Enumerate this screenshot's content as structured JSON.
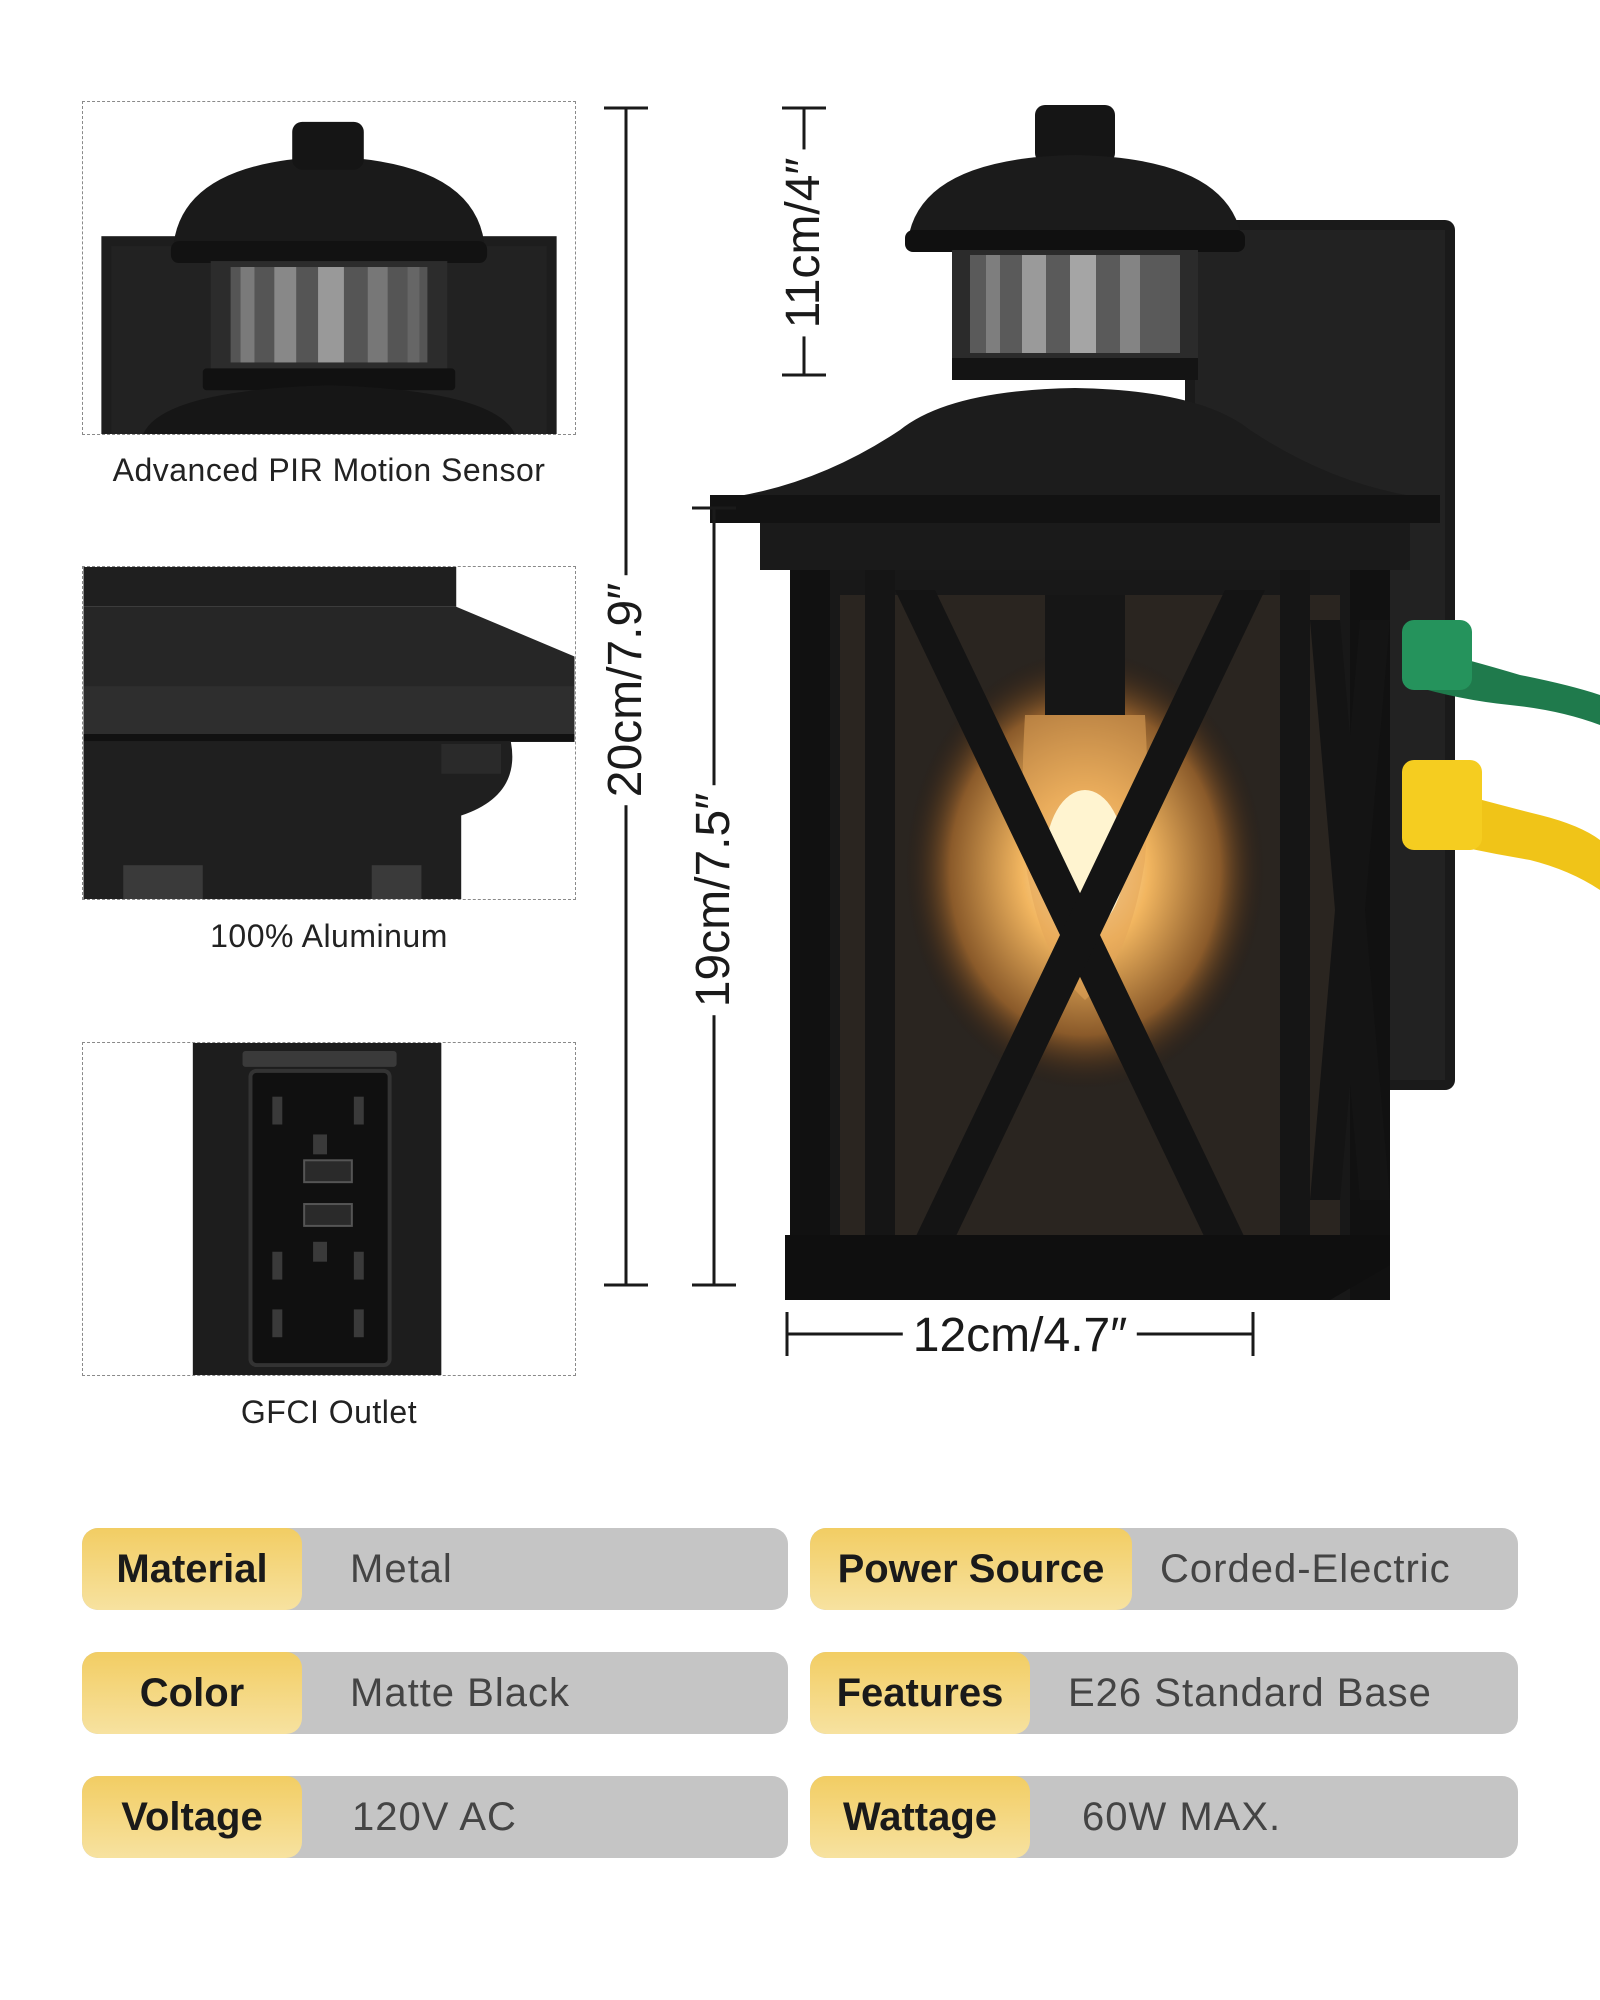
{
  "details": [
    {
      "caption": "Advanced PIR Motion Sensor"
    },
    {
      "caption": "100% Aluminum"
    },
    {
      "caption": "GFCI Outlet"
    }
  ],
  "dimensions": {
    "sensor_height": "11cm/4″",
    "total_height": "20cm/7.9″",
    "body_height": "19cm/7.5″",
    "width": "12cm/4.7″"
  },
  "specs": [
    {
      "label": "Material",
      "value": "Metal"
    },
    {
      "label": "Power Source",
      "value": "Corded-Electric"
    },
    {
      "label": "Color",
      "value": "Matte Black"
    },
    {
      "label": "Features",
      "value": "E26 Standard Base"
    },
    {
      "label": "Voltage",
      "value": "120V AC"
    },
    {
      "label": "Wattage",
      "value": "60W MAX."
    }
  ],
  "colors": {
    "label_gold": "#f2cd63",
    "pill_gray": "#c5c5c5",
    "fixture_black": "#1c1c1c",
    "cord_green": "#1f7a4c",
    "cord_yellow": "#f0c418"
  }
}
